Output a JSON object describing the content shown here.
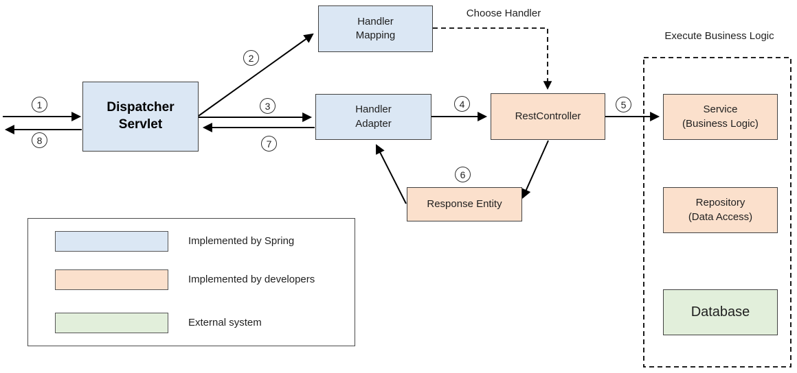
{
  "colors": {
    "spring": "#dbe7f4",
    "developer": "#fbe0cc",
    "external": "#e2efdb"
  },
  "labels": {
    "choose_handler": "Choose Handler",
    "execute_business_logic": "Execute Business Logic"
  },
  "nodes": {
    "dispatcher_servlet": "Dispatcher\nServlet",
    "handler_mapping": "Handler\nMapping",
    "handler_adapter": "Handler\nAdapter",
    "rest_controller": "RestController",
    "response_entity": "Response Entity",
    "service": "Service\n(Business Logic)",
    "repository": "Repository\n(Data Access)",
    "database": "Database"
  },
  "steps": [
    "1",
    "2",
    "3",
    "4",
    "5",
    "6",
    "7",
    "8"
  ],
  "legend": {
    "items": [
      {
        "label": "Implemented by Spring",
        "color": "#dbe7f4"
      },
      {
        "label": "Implemented by developers",
        "color": "#fbe0cc"
      },
      {
        "label": "External system",
        "color": "#e2efdb"
      }
    ]
  }
}
